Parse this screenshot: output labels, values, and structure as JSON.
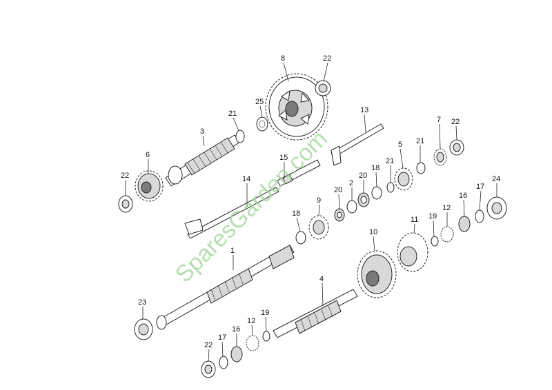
{
  "watermark": "SparesGarden.com",
  "labels": {
    "l1": "1",
    "l2": "2",
    "l3": "3",
    "l4": "4",
    "l5": "5",
    "l6": "6",
    "l7": "7",
    "l8": "8",
    "l9": "9",
    "l10": "10",
    "l11": "11",
    "l12a": "12",
    "l12b": "12",
    "l13": "13",
    "l14": "14",
    "l15": "15",
    "l16a": "16",
    "l16b": "16",
    "l17a": "17",
    "l17b": "17",
    "l18a": "18",
    "l18b": "18",
    "l19a": "19",
    "l19b": "19",
    "l20a": "20",
    "l20b": "20",
    "l21a": "21",
    "l21b": "21",
    "l21c": "21",
    "l22a": "22",
    "l22b": "22",
    "l22c": "22",
    "l22d": "22",
    "l23": "23",
    "l24": "24",
    "l25": "25"
  }
}
